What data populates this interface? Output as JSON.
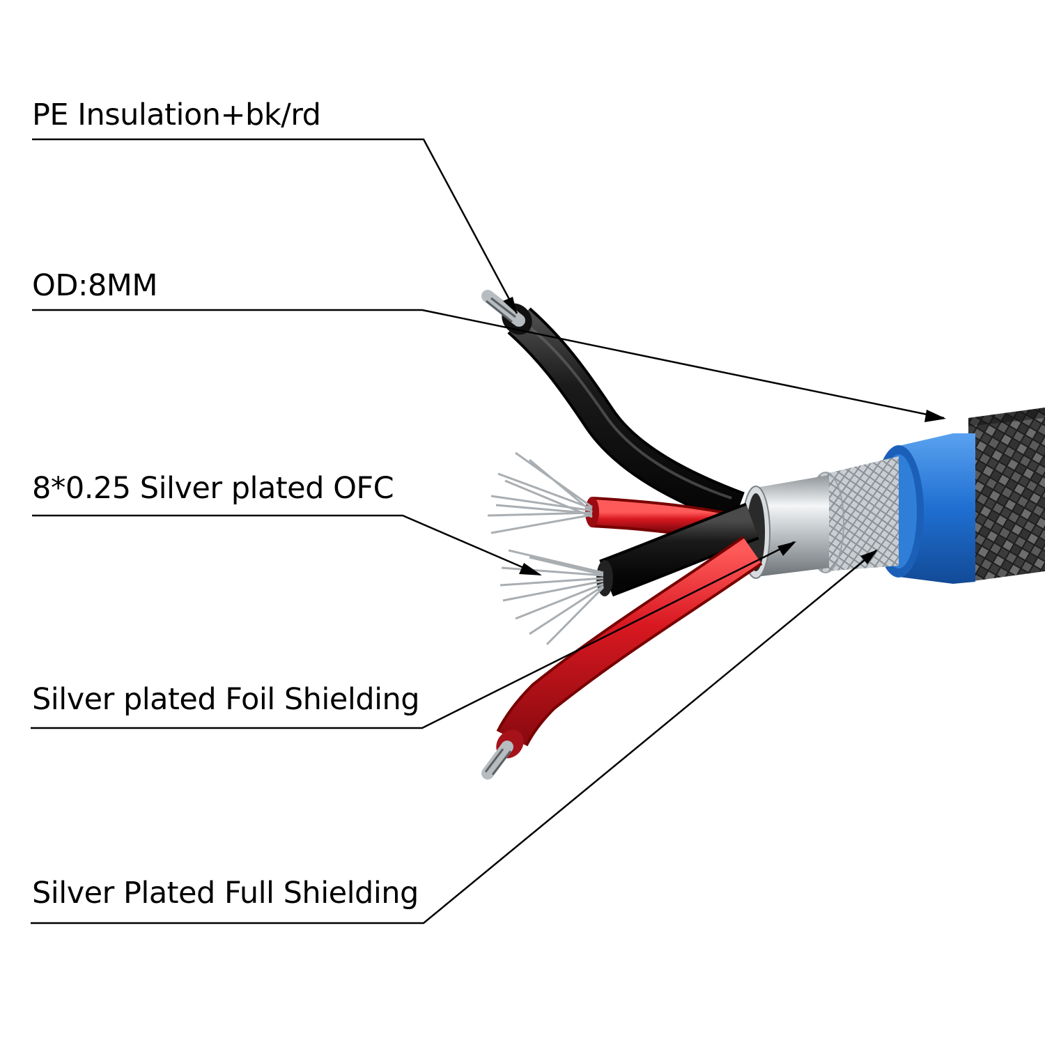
{
  "labels": {
    "pe_insulation": "PE Insulation+bk/rd",
    "outer_diameter": "OD:8MM",
    "conductor": "8*0.25 Silver plated OFC",
    "foil_shielding": "Silver plated Foil Shielding",
    "full_shielding": "Silver Plated Full Shielding"
  },
  "colors": {
    "background": "#ffffff",
    "text": "#000000",
    "leader_line": "#000000",
    "outer_jacket_sleeve": "#1f6fd1",
    "black_wire": "#151515",
    "red_wire": "#c8101a",
    "silver_conductor": "#cfd3d6",
    "braided_jacket": "#2a2a2a"
  },
  "icons": [
    "arrowhead-icon",
    "stranded-conductor-icon",
    "braided-jacket-icon"
  ]
}
